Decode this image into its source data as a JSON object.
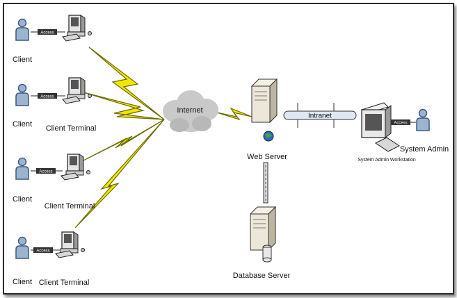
{
  "labels": {
    "client_1": "Client",
    "client_2": "Client",
    "client_3": "Client",
    "client_4": "Client",
    "client_terminal_2": "Client Terminal",
    "client_terminal_3": "Client Terminal",
    "client_terminal_4": "Client Terminal",
    "access_1": "Access",
    "access_2": "Access",
    "access_3": "Access",
    "access_4": "Access",
    "access_admin": "Access",
    "internet": "Internet",
    "web_server": "Web Server",
    "intranet": "Intranet",
    "database_server": "Database Server",
    "sys_admin_workstation": "System Admin Workstation",
    "system_admin": "System Admin"
  },
  "colors": {
    "person_fill": "#9db4cf",
    "person_stroke": "#3b5a80",
    "lightning": "#f2e600",
    "lightning_stroke": "#6b6b00",
    "server_fill": "#ece7d8",
    "cloud_fill": "#c9c9c9",
    "intranet_fill": "#dfe7f3"
  }
}
